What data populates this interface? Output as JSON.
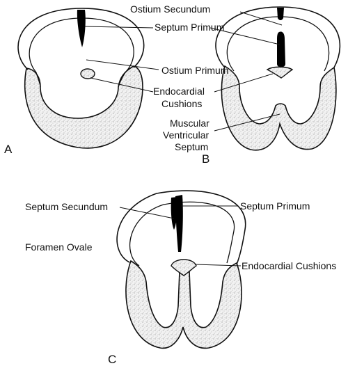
{
  "labels": {
    "ostium_secundum": "Ostium Secundum",
    "septum_primum_b": "Septum Primum",
    "ostium_primum": "Ostium Primum",
    "endocardial_cushions_b_line1": "Endocardial",
    "endocardial_cushions_b_line2": "Cushions",
    "muscular_ventricular_septum_line1": "Muscular",
    "muscular_ventricular_septum_line2": "Ventricular",
    "muscular_ventricular_septum_line3": "Septum",
    "septum_secundum": "Septum Secundum",
    "septum_primum_c": "Septum Primum",
    "foramen_ovale": "Foramen Ovale",
    "endocardial_cushions_c": "Endocardial Cushions"
  },
  "panels": {
    "a": "A",
    "b": "B",
    "c": "C"
  },
  "colors": {
    "outline": "#111111",
    "septum_fill": "#000000",
    "myocardium_fill": "#f2f2f2",
    "stipple": "#8a8a8a"
  }
}
